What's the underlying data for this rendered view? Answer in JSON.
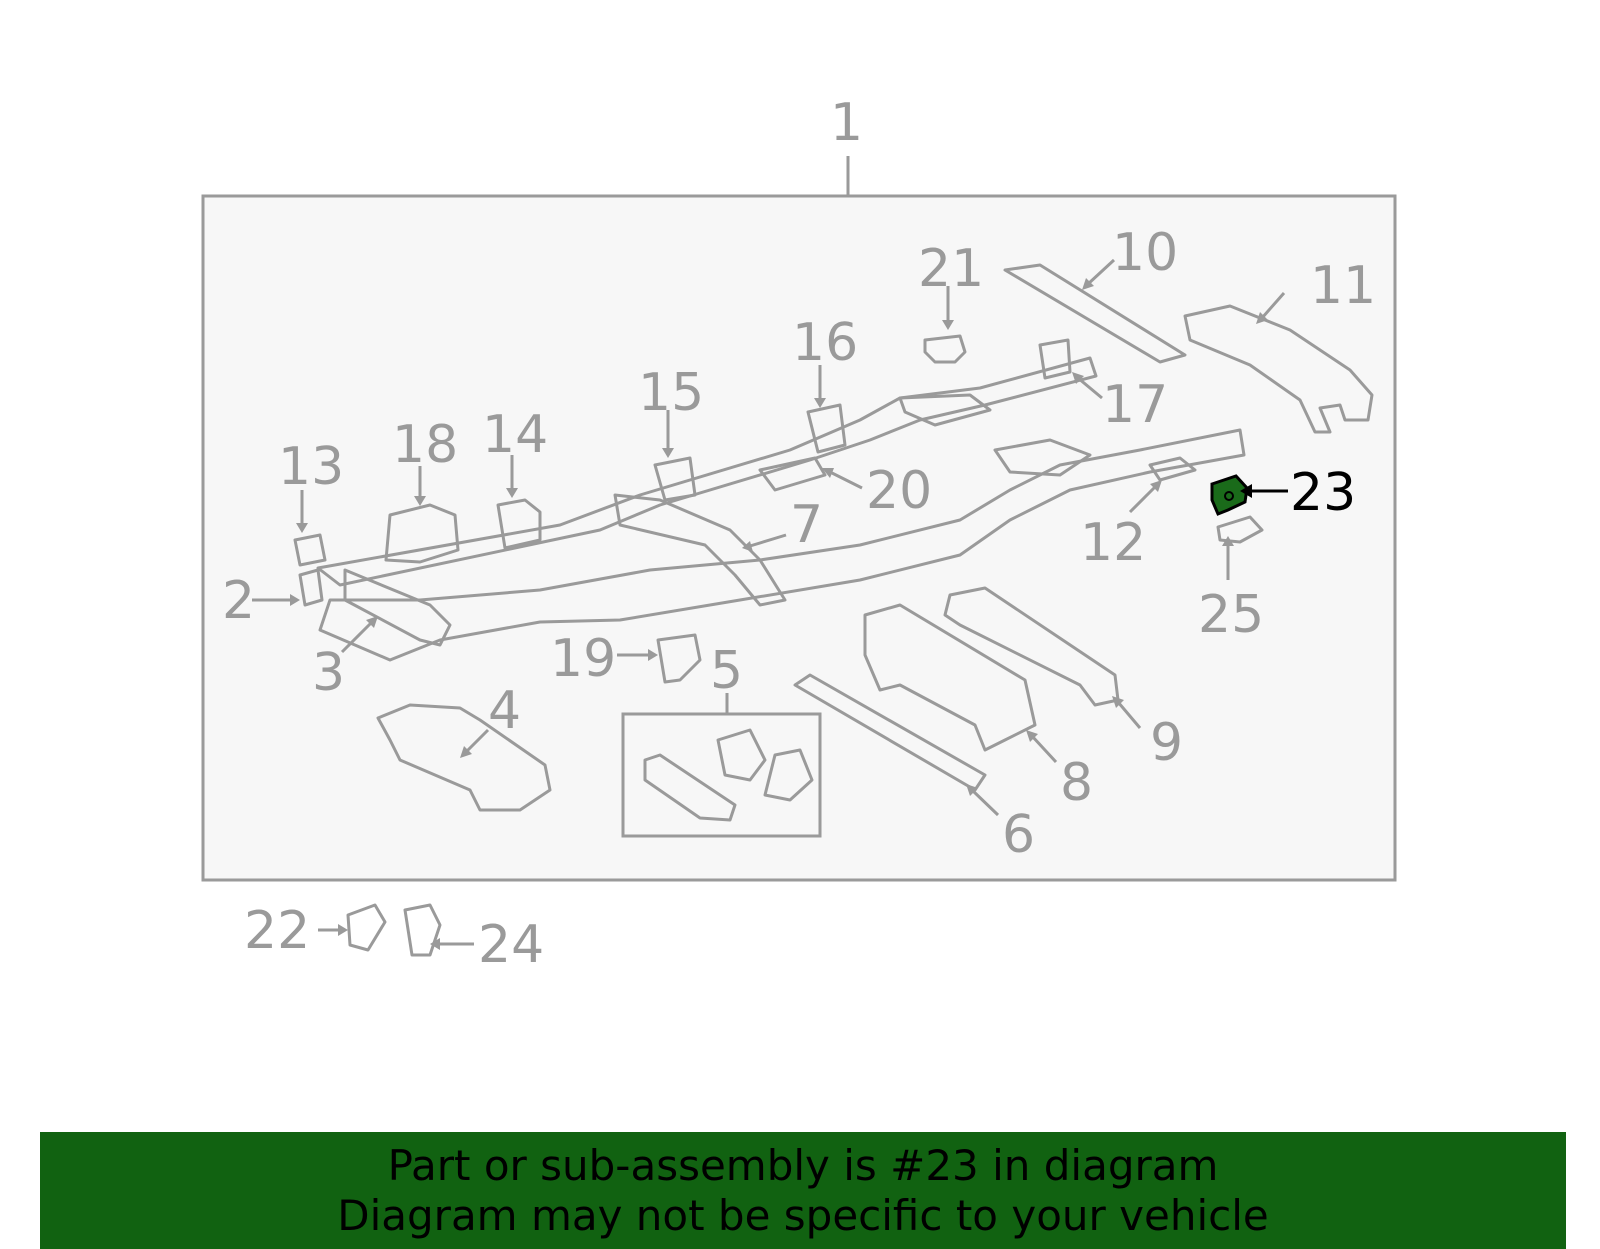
{
  "callouts": {
    "c1": "1",
    "c2": "2",
    "c3": "3",
    "c4": "4",
    "c5": "5",
    "c6": "6",
    "c7": "7",
    "c8": "8",
    "c9": "9",
    "c10": "10",
    "c11": "11",
    "c12": "12",
    "c13": "13",
    "c14": "14",
    "c15": "15",
    "c16": "16",
    "c17": "17",
    "c18": "18",
    "c19": "19",
    "c20": "20",
    "c21": "21",
    "c22": "22",
    "c23": "23",
    "c24": "24",
    "c25": "25"
  },
  "banner": {
    "line1": "Part or sub-assembly is #23 in diagram",
    "line2": "Diagram may not be specific to your vehicle"
  },
  "colors": {
    "banner_bg": "#116211",
    "highlight_part": "#1a6b1a",
    "line_gray": "#9a9a9a",
    "panel_bg": "#f7f7f7"
  }
}
